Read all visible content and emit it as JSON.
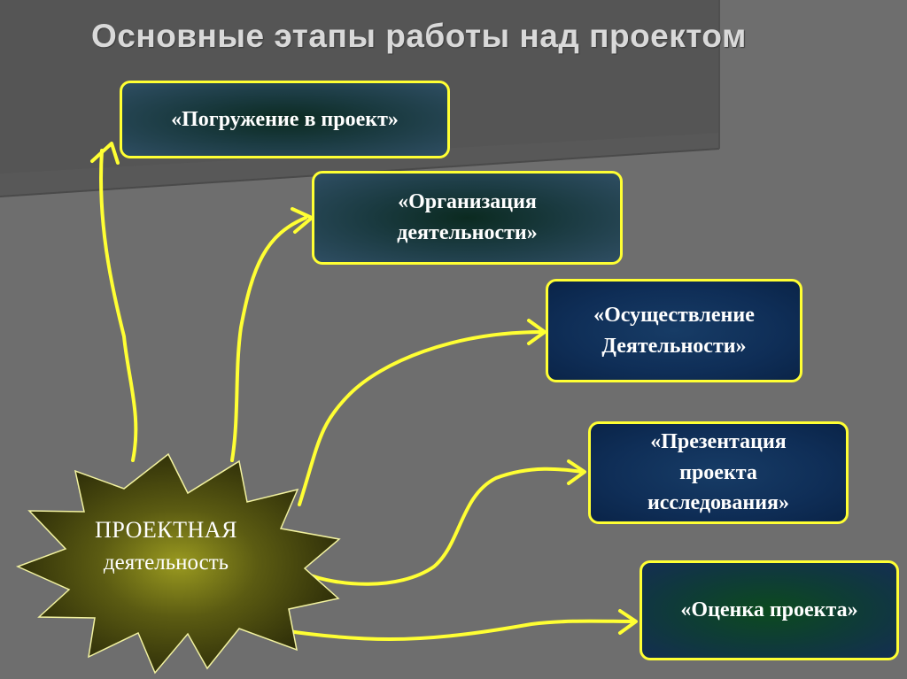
{
  "title": "Основные этапы работы над проектом",
  "center": {
    "line1": "ПРОЕКТНАЯ",
    "line2": "деятельность"
  },
  "stages": [
    {
      "text": "«Погружение в проект»"
    },
    {
      "text": "«Организация\nдеятельности»"
    },
    {
      "text": "«Осуществление\nДеятельности»"
    },
    {
      "text": "«Презентация\nпроекта\nисследования»"
    },
    {
      "text": "«Оценка проекта»"
    }
  ],
  "colors": {
    "background": "#6e6e6e",
    "arrow": "#ffff33",
    "border": "#ffff33",
    "text": "#ffffff"
  }
}
